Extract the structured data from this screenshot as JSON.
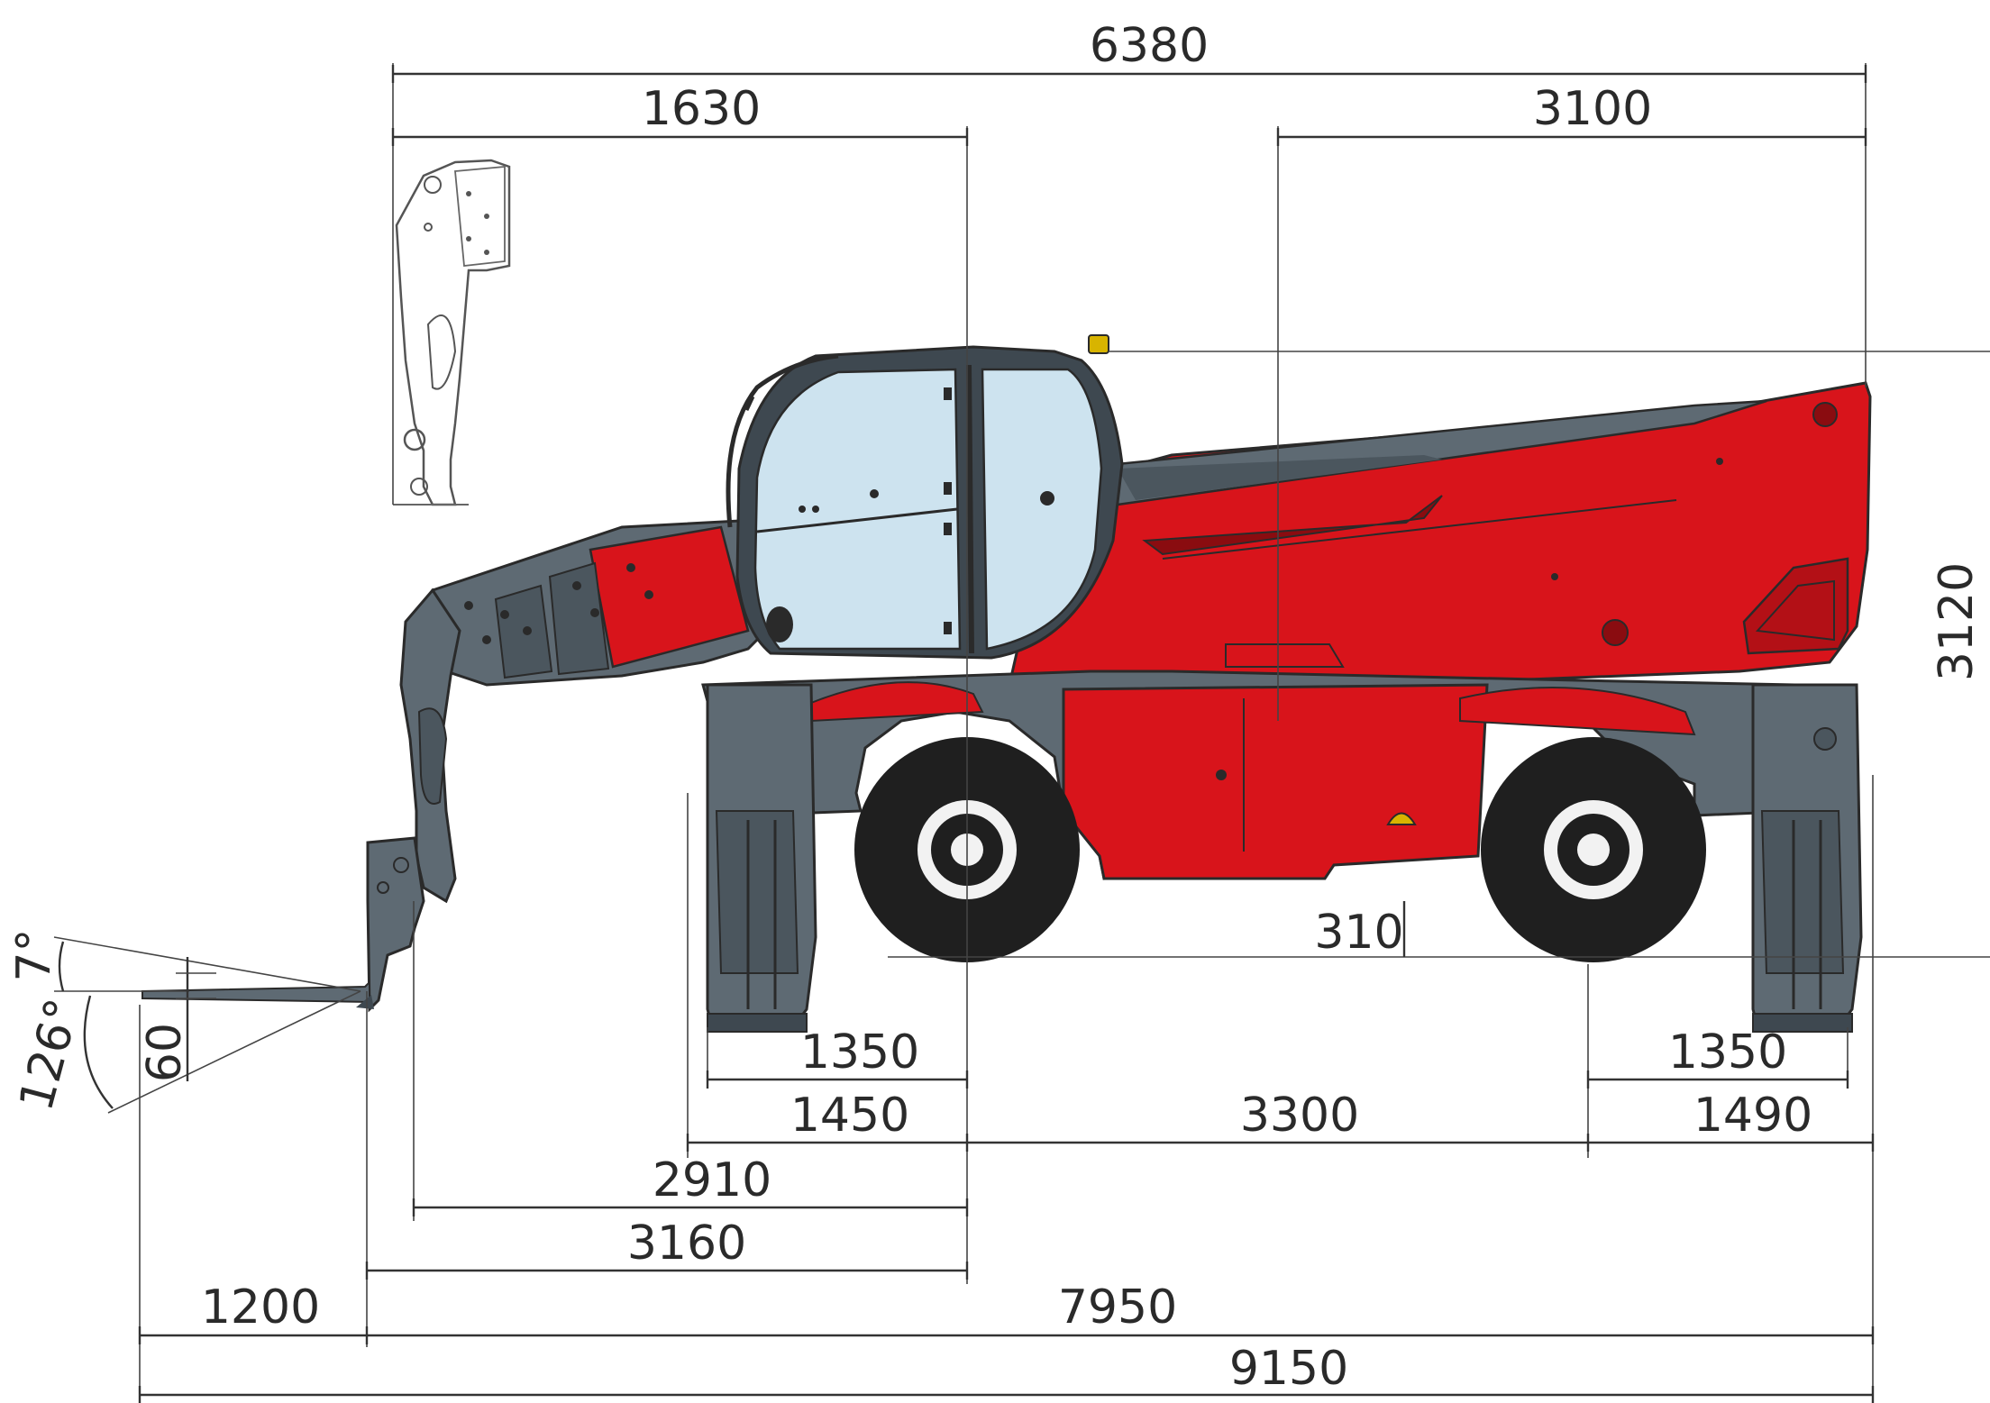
{
  "colors": {
    "body_red": "#d8141b",
    "boom_gray": "#5e6a73",
    "boom_gray_dark": "#3e4850",
    "glass_blue": "#cde3ef",
    "tyre_black": "#1f1f1f",
    "hub_white": "#f2f2f2",
    "line": "#333333"
  },
  "dimensions": {
    "overall_cab_to_rear": "6380",
    "front_to_cab_center": "1630",
    "rear_to_pivot": "3100",
    "height": "3120",
    "ground_clearance": "310",
    "front_stabiliser_inner": "1350",
    "rear_stabiliser_inner": "1350",
    "front_overhang": "1450",
    "wheelbase": "3300",
    "rear_overhang": "1490",
    "front_to_axle_a": "2910",
    "front_to_axle_b": "3160",
    "fork_length": "1200",
    "length_to_fork_face": "7950",
    "overall_length": "9150"
  },
  "angles": {
    "tilt_up": "7°",
    "tilt_down": "126°",
    "fork_thickness": "60"
  }
}
